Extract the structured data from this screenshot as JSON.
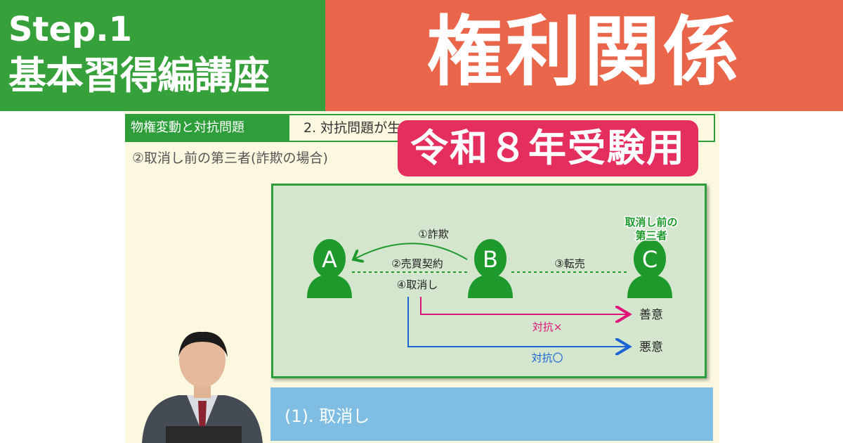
{
  "banner": {
    "step": "Step.1",
    "course": "基本習得編講座",
    "subject": "権利関係",
    "year_badge": "令和８年受験用"
  },
  "slide": {
    "tab_main": "物権変動と対抗問題",
    "tab_section": "2. 対抗問題が生じない場合",
    "subtitle": "②取消し前の第三者(詐欺の場合)",
    "subtopic": "(1). 取消し"
  },
  "diagram": {
    "person_a": "A",
    "person_b": "B",
    "person_c": "C",
    "label_fraud": "①詐欺",
    "label_sale": "②売買契約",
    "label_cancel": "④取消し",
    "label_resale": "③転売",
    "label_third_party_line1": "取消し前の",
    "label_third_party_line2": "第三者",
    "good_faith": "善意",
    "bad_faith": "悪意",
    "oppose_no": "対抗×",
    "oppose_yes": "対抗〇",
    "colors": {
      "figure": "#1e9a2d",
      "good_faith_arrow": "#e0147a",
      "bad_faith_arrow": "#1a64d6"
    }
  }
}
